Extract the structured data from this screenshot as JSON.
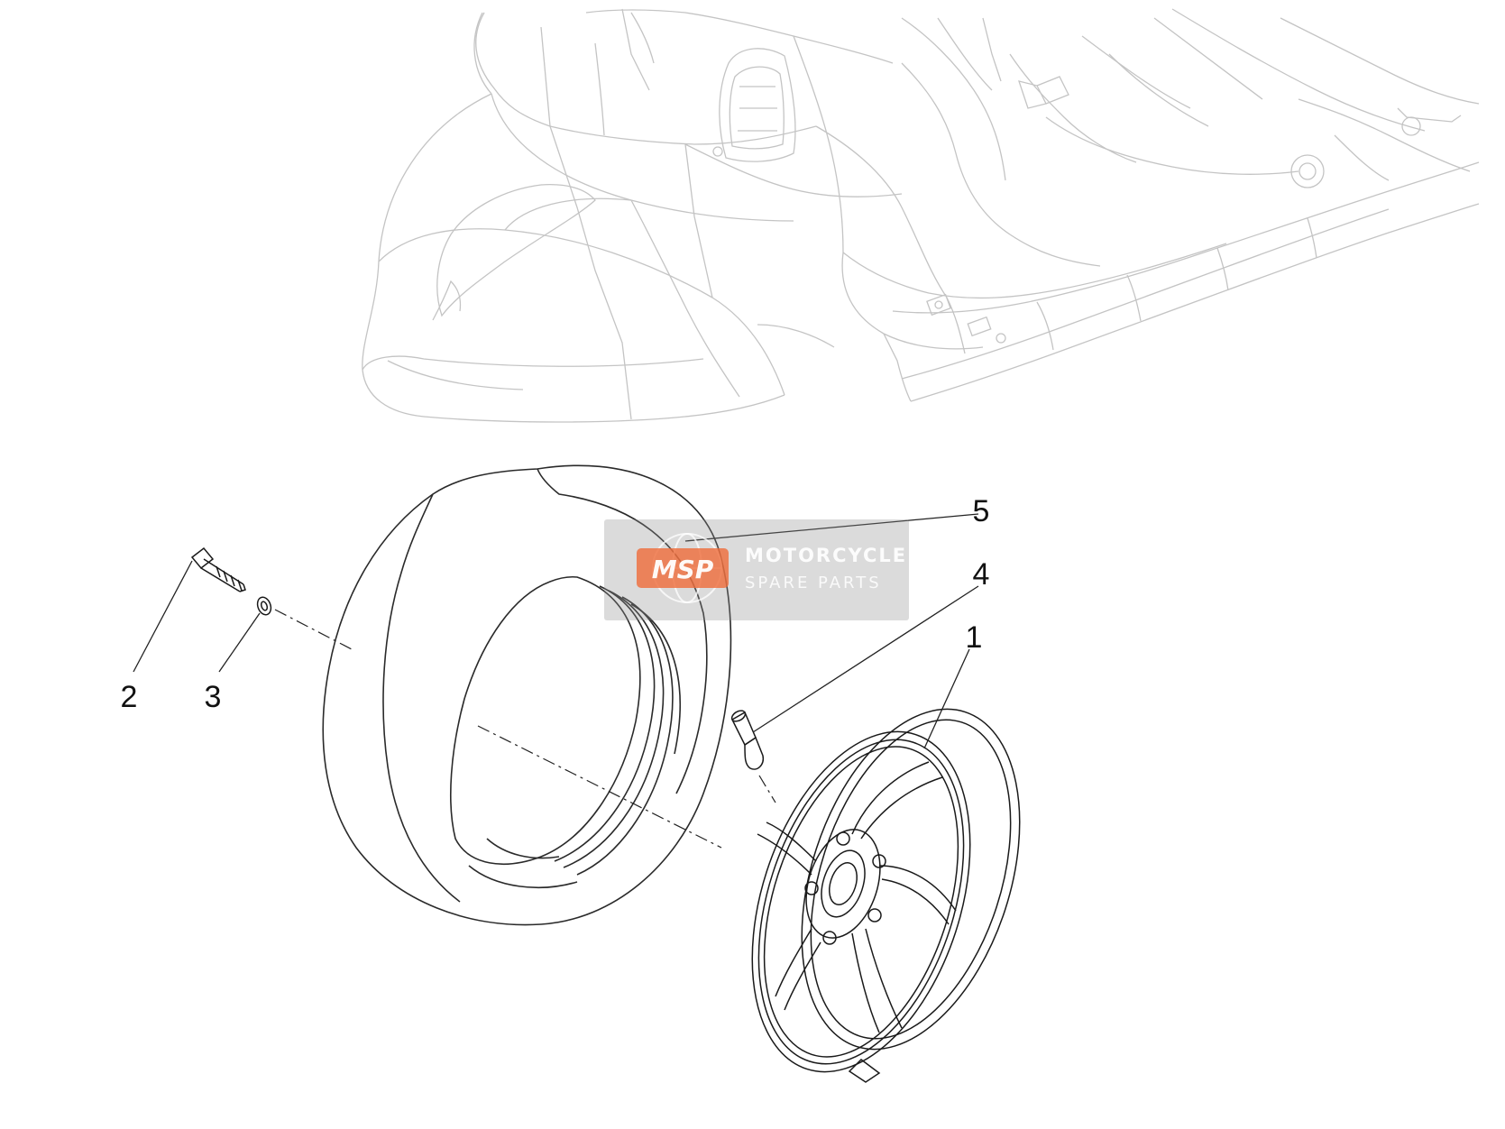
{
  "diagram": {
    "colors": {
      "ghost_line": "#c4c4c4",
      "part_line": "#1a1a1a",
      "tire_line": "#2a2a2a",
      "leader_line": "#222222",
      "watermark_box": "#9a9a9a",
      "watermark_accent": "#ef6b3a"
    },
    "callouts": [
      {
        "id": "1",
        "label": "1"
      },
      {
        "id": "2",
        "label": "2"
      },
      {
        "id": "3",
        "label": "3"
      },
      {
        "id": "4",
        "label": "4"
      },
      {
        "id": "5",
        "label": "5"
      }
    ],
    "watermark": {
      "logo": "MSP",
      "line1": "MOTORCYCLE",
      "line2": "SPARE PARTS"
    }
  }
}
